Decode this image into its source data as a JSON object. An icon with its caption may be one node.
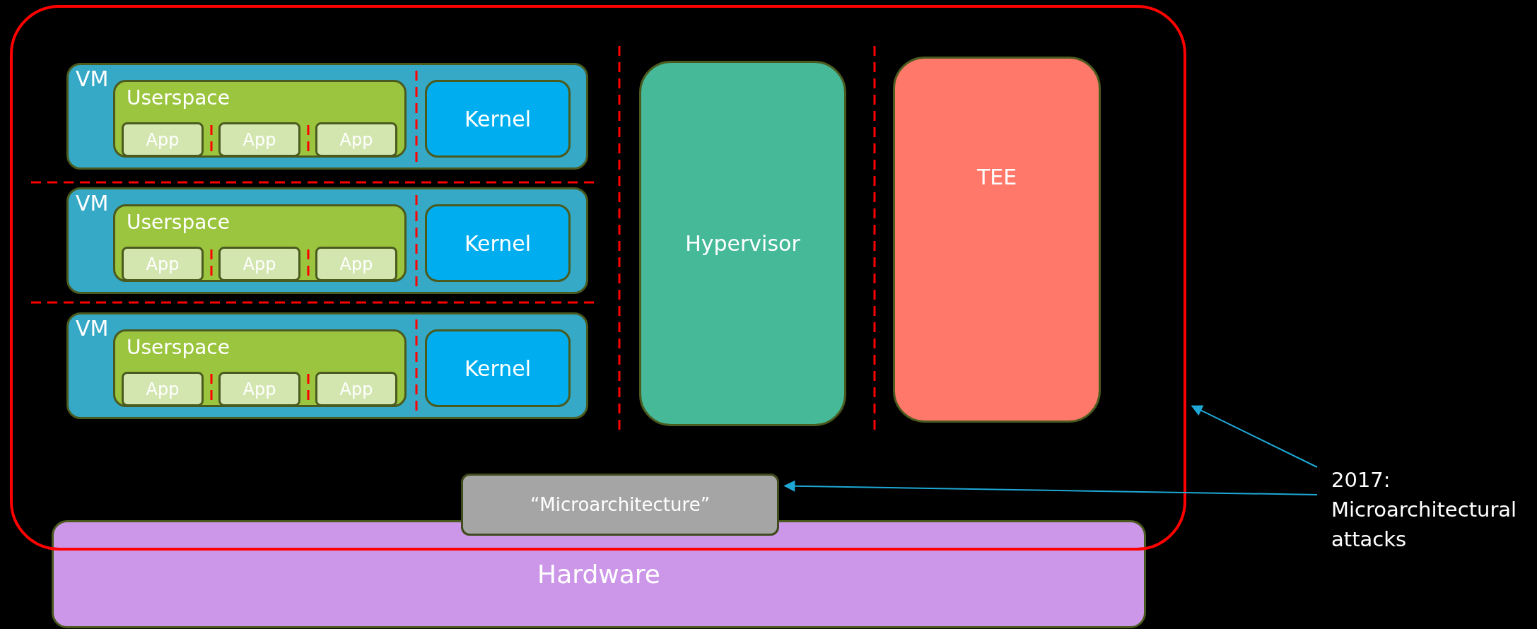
{
  "diagram": {
    "nodes": [
      {
        "text": [],
        "shape": "box"
      },
      {
        "text": [
          "VM"
        ],
        "in": 0
      },
      {
        "text": [
          "Userspace"
        ],
        "in": 1
      },
      {
        "text": [
          "App"
        ],
        "in": 2
      },
      {
        "text": [
          "App"
        ],
        "in": 2
      },
      {
        "text": [
          "App"
        ],
        "in": 2
      },
      {
        "text": [
          "Kernel"
        ],
        "in": 1
      },
      {
        "text": [
          "VM"
        ],
        "in": 0
      },
      {
        "text": [
          "Userspace"
        ],
        "in": 7
      },
      {
        "text": [
          "App"
        ],
        "in": 8
      },
      {
        "text": [
          "App"
        ],
        "in": 8
      },
      {
        "text": [
          "App"
        ],
        "in": 8
      },
      {
        "text": [
          "Kernel"
        ],
        "in": 7
      },
      {
        "text": [
          "VM"
        ],
        "in": 0
      },
      {
        "text": [
          "Userspace"
        ],
        "in": 13
      },
      {
        "text": [
          "App"
        ],
        "in": 14
      },
      {
        "text": [
          "App"
        ],
        "in": 14
      },
      {
        "text": [
          "App"
        ],
        "in": 14
      },
      {
        "text": [
          "Kernel"
        ],
        "in": 13
      },
      {
        "text": [
          "Hypervisor"
        ],
        "in": 0
      },
      {
        "text": [
          "TEE"
        ],
        "in": 0
      },
      {
        "text": [
          "“Microarchitecture”"
        ],
        "in": 0
      },
      {
        "text": [
          "Hardware"
        ]
      },
      {
        "text": [
          "2017: Microarchitectural attacks"
        ]
      }
    ],
    "edges": [
      {
        "from": 23,
        "to": 0,
        "arrow": "to"
      },
      {
        "from": 23,
        "to": 21,
        "arrow": "to"
      }
    ]
  }
}
